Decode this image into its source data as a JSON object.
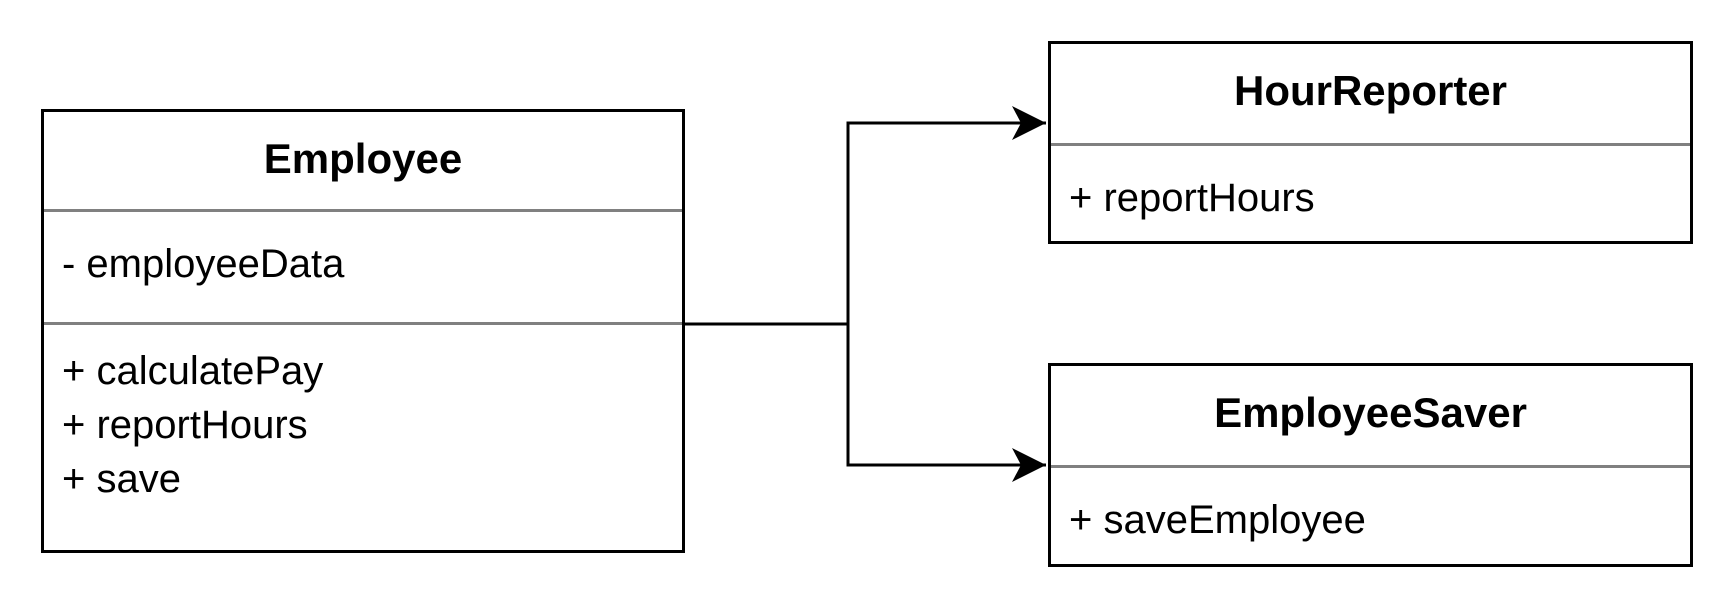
{
  "diagram": {
    "classes": {
      "employee": {
        "name": "Employee",
        "attributes": [
          "- employeeData"
        ],
        "operations": [
          "+ calculatePay",
          "+ reportHours",
          "+ save"
        ]
      },
      "hour_reporter": {
        "name": "HourReporter",
        "attributes": [],
        "operations": [
          "+ reportHours"
        ]
      },
      "employee_saver": {
        "name": "EmployeeSaver",
        "attributes": [],
        "operations": [
          "+ saveEmployee"
        ]
      }
    },
    "relations": [
      {
        "from": "Employee",
        "to": "HourReporter",
        "kind": "directed-association"
      },
      {
        "from": "Employee",
        "to": "EmployeeSaver",
        "kind": "directed-association"
      }
    ],
    "colors": {
      "border": "#000000",
      "divider": "#808080",
      "background": "#ffffff",
      "text": "#000000"
    }
  }
}
